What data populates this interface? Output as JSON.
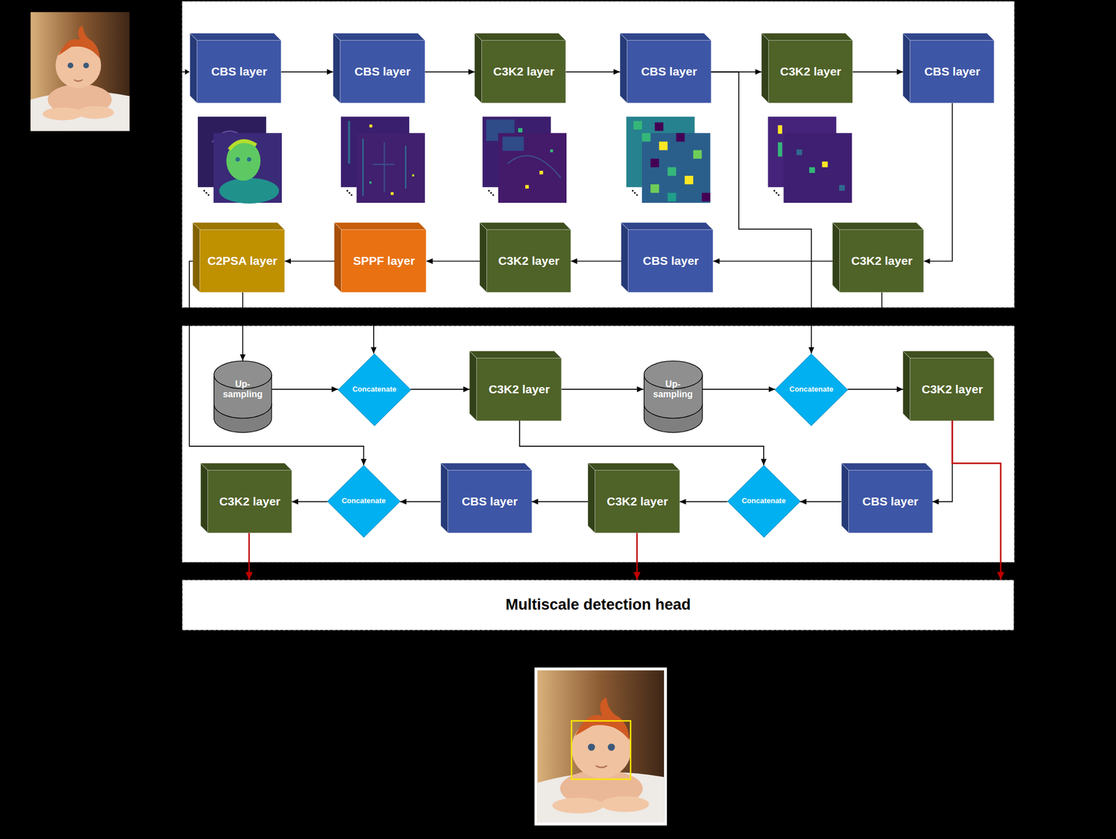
{
  "diagram": {
    "nodes": [
      {
        "text": [
          "CBS layer"
        ]
      },
      {
        "text": [
          "CBS layer"
        ]
      },
      {
        "text": [
          "C3K2 layer"
        ]
      },
      {
        "text": [
          "CBS layer"
        ]
      },
      {
        "text": [
          "C3K2 layer"
        ]
      },
      {
        "text": [
          "CBS layer"
        ]
      },
      {
        "text": [
          "C2PSA layer"
        ]
      },
      {
        "text": [
          "SPPF layer"
        ]
      },
      {
        "text": [
          "C3K2 layer"
        ]
      },
      {
        "text": [
          "CBS layer"
        ]
      },
      {
        "text": [
          "C3K2 layer"
        ]
      },
      {
        "text": [
          "Up- sampling"
        ]
      },
      {
        "text": [
          "Concatenate"
        ]
      },
      {
        "text": [
          "C3K2 layer"
        ]
      },
      {
        "text": [
          "Up- sampling"
        ]
      },
      {
        "text": [
          "Concatenate"
        ]
      },
      {
        "text": [
          "C3K2 layer"
        ]
      },
      {
        "text": [
          "C3K2 layer"
        ]
      },
      {
        "text": [
          "Concatenate"
        ]
      },
      {
        "text": [
          "CBS layer"
        ]
      },
      {
        "text": [
          "C3K2 layer"
        ]
      },
      {
        "text": [
          "Concatenate"
        ]
      },
      {
        "text": [
          "CBS layer"
        ]
      },
      {
        "text": [
          "Multiscale detection head"
        ]
      }
    ],
    "edges": [
      {
        "from": 0,
        "to": 1,
        "arrow": "to"
      },
      {
        "from": 1,
        "to": 2,
        "arrow": "to"
      },
      {
        "from": 2,
        "to": 3,
        "arrow": "to"
      },
      {
        "from": 3,
        "to": 4,
        "arrow": "to"
      },
      {
        "from": 4,
        "to": 5,
        "arrow": "to"
      },
      {
        "from": 5,
        "to": 10,
        "arrow": "to"
      },
      {
        "from": 10,
        "to": 9,
        "arrow": "to"
      },
      {
        "from": 9,
        "to": 8,
        "arrow": "to"
      },
      {
        "from": 8,
        "to": 7,
        "arrow": "to"
      },
      {
        "from": 7,
        "to": 6,
        "arrow": "to"
      },
      {
        "from": 6,
        "to": 11,
        "arrow": "to"
      },
      {
        "from": 10,
        "to": 12,
        "arrow": "to"
      },
      {
        "from": 3,
        "to": 15,
        "arrow": "to"
      },
      {
        "from": 11,
        "to": 12,
        "arrow": "to"
      },
      {
        "from": 12,
        "to": 13,
        "arrow": "to"
      },
      {
        "from": 13,
        "to": 14,
        "arrow": "to"
      },
      {
        "from": 14,
        "to": 15,
        "arrow": "to"
      },
      {
        "from": 15,
        "to": 16,
        "arrow": "to"
      },
      {
        "from": 16,
        "to": 22,
        "arrow": "to"
      },
      {
        "from": 16,
        "to": 23,
        "arrow": "to"
      },
      {
        "from": 22,
        "to": 21,
        "arrow": "to"
      },
      {
        "from": 21,
        "to": 20,
        "arrow": "to"
      },
      {
        "from": 20,
        "to": 19,
        "arrow": "to"
      },
      {
        "from": 19,
        "to": 18,
        "arrow": "to"
      },
      {
        "from": 18,
        "to": 17,
        "arrow": "to"
      },
      {
        "from": 13,
        "to": 21,
        "arrow": "to"
      },
      {
        "from": 6,
        "to": 18,
        "arrow": "to"
      },
      {
        "from": 20,
        "to": 23,
        "arrow": "to"
      },
      {
        "from": 17,
        "to": 23,
        "arrow": "to"
      }
    ]
  }
}
